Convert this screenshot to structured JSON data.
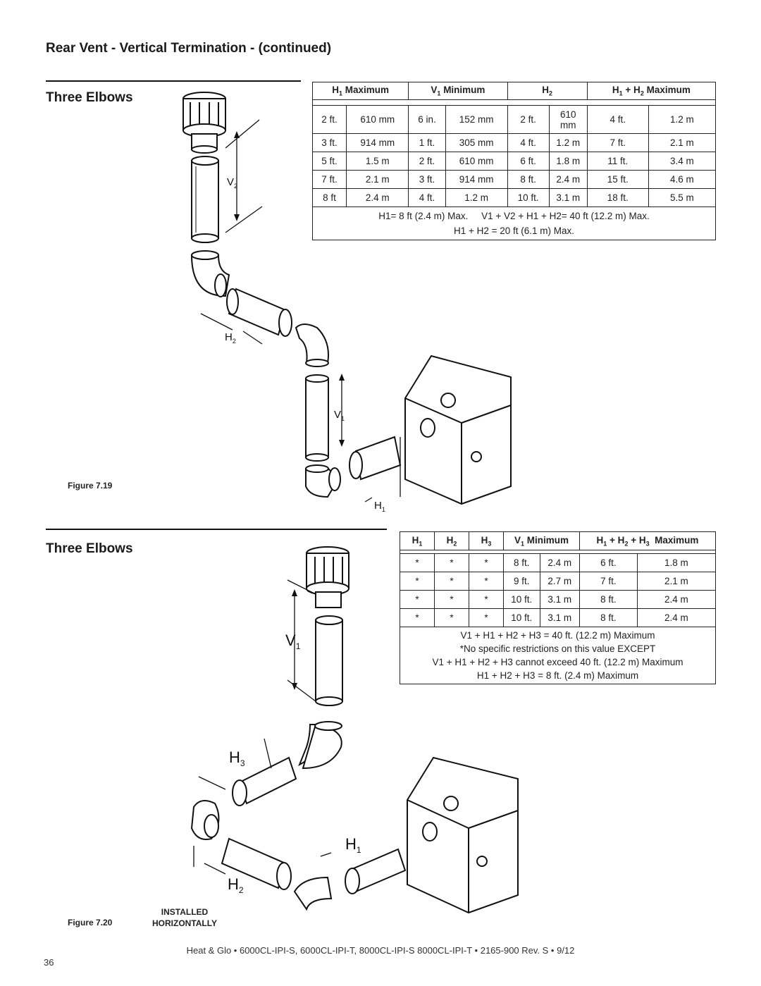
{
  "page_title": "Rear Vent  - Vertical Termination - (continued)",
  "section1": {
    "title": "Three Elbows",
    "figure_label": "Figure 7.19",
    "labels": {
      "v2": "V",
      "v2_sub": "2",
      "h2": "H",
      "h2_sub": "2",
      "v1": "V",
      "v1_sub": "1",
      "h1": "H",
      "h1_sub": "1"
    },
    "table": {
      "headers": [
        "H1 Maximum",
        "V1 Minimum",
        "H2",
        "H1 + H2 Maximum"
      ],
      "rows": [
        [
          "2 ft.",
          "610 mm",
          "6 in.",
          "152 mm",
          "2 ft.",
          "610 mm",
          "4 ft.",
          "1.2 m"
        ],
        [
          "3 ft.",
          "914 mm",
          "1 ft.",
          "305 mm",
          "4 ft.",
          "1.2 m",
          "7 ft.",
          "2.1 m"
        ],
        [
          "5 ft.",
          "1.5 m",
          "2 ft.",
          "610 mm",
          "6 ft.",
          "1.8 m",
          "11 ft.",
          "3.4 m"
        ],
        [
          "7 ft.",
          "2.1 m",
          "3 ft.",
          "914 mm",
          "8 ft.",
          "2.4 m",
          "15 ft.",
          "4.6 m"
        ],
        [
          "8 ft",
          "2.4 m",
          "4 ft.",
          "1.2 m",
          "10 ft.",
          "3.1 m",
          "18 ft.",
          "5.5 m"
        ]
      ],
      "note_line1_a": "H1= 8 ft (2.4 m) Max.",
      "note_line1_b": "V1 + V2 + H1 + H2= 40 ft (12.2 m) Max.",
      "note_line2": "H1 + H2 = 20 ft (6.1 m) Max."
    }
  },
  "section2": {
    "title": "Three Elbows",
    "figure_label": "Figure 7.20",
    "installed_line1": "INSTALLED",
    "installed_line2": "HORIZONTALLY",
    "labels": {
      "v1": "V",
      "v1_sub": "1",
      "h3": "H",
      "h3_sub": "3",
      "h1": "H",
      "h1_sub": "1",
      "h2": "H",
      "h2_sub": "2"
    },
    "table": {
      "headers": [
        "H1",
        "H2",
        "H3",
        "V1 Minimum",
        "H1 + H2 + H3  Maximum"
      ],
      "rows": [
        [
          "*",
          "*",
          "*",
          "8 ft.",
          "2.4 m",
          "6 ft.",
          "1.8 m"
        ],
        [
          "*",
          "*",
          "*",
          "9 ft.",
          "2.7 m",
          "7 ft.",
          "2.1 m"
        ],
        [
          "*",
          "*",
          "*",
          "10 ft.",
          "3.1 m",
          "8 ft.",
          "2.4 m"
        ],
        [
          "*",
          "*",
          "*",
          "10 ft.",
          "3.1 m",
          "8 ft.",
          "2.4 m"
        ]
      ],
      "notes": [
        "V1 + H1 + H2 + H3 = 40 ft. (12.2 m) Maximum",
        "*No specific restrictions on this value EXCEPT",
        "V1 + H1 + H2 + H3 cannot exceed 40 ft. (12.2 m) Maximum",
        "H1 + H2 + H3 = 8 ft. (2.4 m) Maximum"
      ]
    }
  },
  "footer": "Heat & Glo  •   6000CL-IPI-S, 6000CL-IPI-T, 8000CL-IPI-S 8000CL-IPI-T  •  2165-900 Rev. S  •  9/12",
  "page_number": "36"
}
